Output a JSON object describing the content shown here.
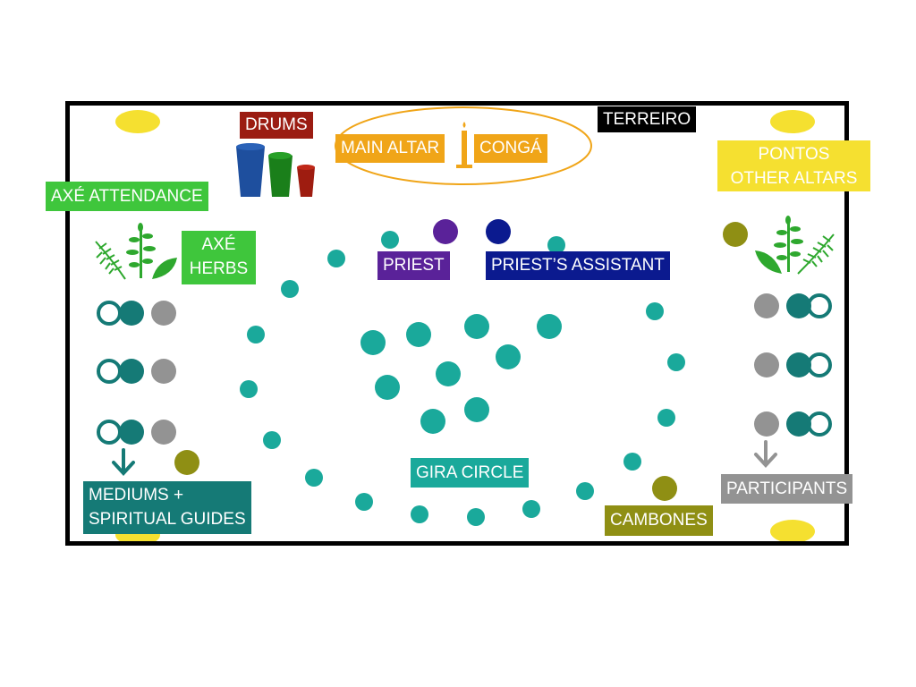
{
  "labels": {
    "drums": "DRUMS",
    "main_altar": "MAIN ALTAR",
    "conga": "CONGÁ",
    "terreiro": "TERREIRO",
    "pontos_line1": "PONTOS",
    "pontos_line2": "OTHER ALTARS",
    "axe_attendance": "AXÉ ATTENDANCE",
    "axe_herbs_line1": "AXÉ",
    "axe_herbs_line2": "HERBS",
    "priest": "PRIEST",
    "priests_assistant": "PRIEST’S ASSISTANT",
    "gira_circle": "GIRA CIRCLE",
    "mediums_line1": "MEDIUMS +",
    "mediums_line2": "SPIRITUAL GUIDES",
    "cambones": "CAMBONES",
    "participants": "PARTICIPANTS"
  },
  "colors": {
    "frame": "#000000",
    "drums": "#9b1c12",
    "altar": "#f0a518",
    "terreiro": "#000000",
    "pontos": "#f5e030",
    "axe": "#3fc63c",
    "priest": "#5a2299",
    "priests_assistant": "#0b1a8f",
    "gira": "#1aa99b",
    "mediums": "#157a76",
    "cambones": "#8f8f14",
    "participants": "#939393",
    "drum_blue": "#1e4f9e",
    "drum_green": "#1a7f1a",
    "drum_red": "#9e1c10",
    "herb": "#2ea82e"
  },
  "icons": [
    "candle-icon",
    "drum-icon",
    "fern-icon",
    "herb-sprig-icon",
    "leaf-icon",
    "arrow-down-icon"
  ]
}
